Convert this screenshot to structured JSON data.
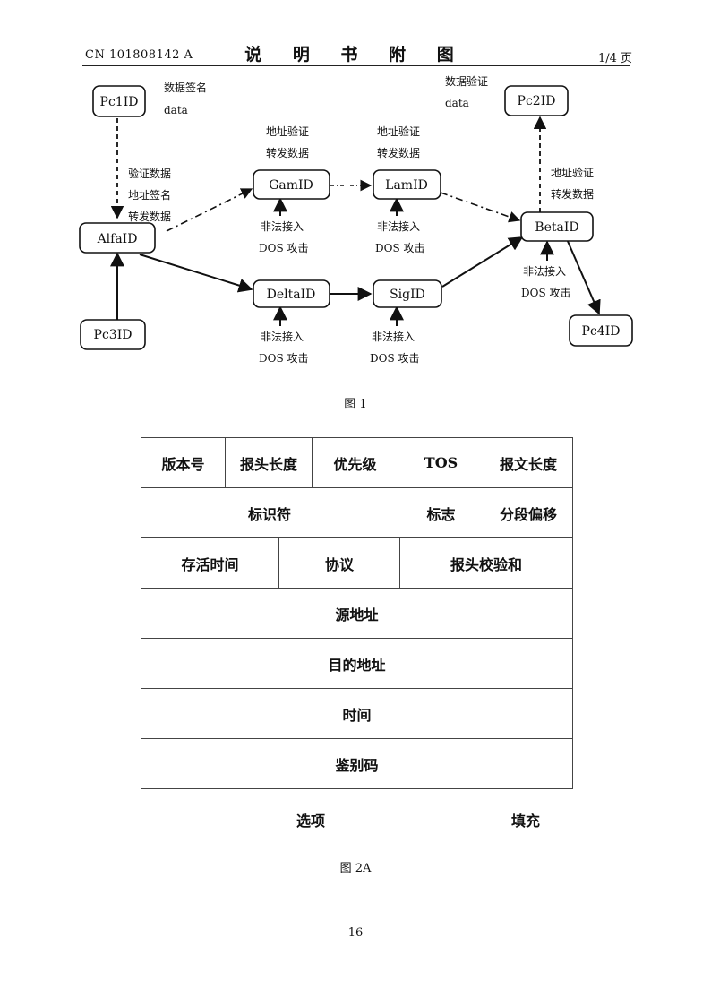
{
  "header": {
    "patent_no": "CN 101808142 A",
    "title": "说 明 书 附 图",
    "page": "1/4 页"
  },
  "figure1": {
    "nodes": {
      "pc1": "Pc1ID",
      "pc2": "Pc2ID",
      "pc3": "Pc3ID",
      "pc4": "Pc4ID",
      "alfa": "AlfaID",
      "gam": "GamID",
      "lam": "LamID",
      "delta": "DeltaID",
      "sig": "SigID",
      "beta": "BetaID"
    },
    "labels": {
      "pc1_line1": "数据签名",
      "pc1_line2": "data",
      "pc2_line1": "数据验证",
      "pc2_line2": "data",
      "alfa_line1": "验证数据",
      "alfa_line2": "地址签名",
      "alfa_line3": "转发数据",
      "gam_top1": "地址验证",
      "gam_top2": "转发数据",
      "lam_top1": "地址验证",
      "lam_top2": "转发数据",
      "beta_top1": "地址验证",
      "beta_top2": "转发数据",
      "attack_line1": "非法接入",
      "attack_line2": "DOS 攻击"
    },
    "caption": "图 1"
  },
  "figure2a": {
    "row1": [
      "版本号",
      "报头长度",
      "优先级",
      "TOS",
      "报文长度"
    ],
    "row2": [
      "标识符",
      "标志",
      "分段偏移"
    ],
    "row3": [
      "存活时间",
      "协议",
      "报头校验和"
    ],
    "row4": "源地址",
    "row5": "目的地址",
    "row6": "时间",
    "row7": "鉴别码",
    "below_left": "选项",
    "below_right": "填充",
    "caption": "图 2A"
  },
  "page_number": "16"
}
